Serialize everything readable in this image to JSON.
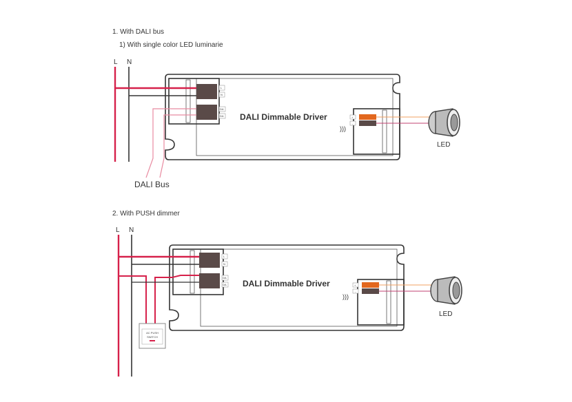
{
  "section1": {
    "heading": "1. With DALI bus",
    "subheading": "1) With single color LED luminarie",
    "line_label": "L",
    "neutral_label": "N",
    "driver_label": "DALI Dimmable Driver",
    "input_terminals": [
      "L",
      "N"
    ],
    "dali_terminals": [
      "DA",
      "DA"
    ],
    "output_terminals": [
      "+",
      "-"
    ],
    "led_label": "LED",
    "bus_label": "DALI Bus"
  },
  "section2": {
    "heading": "2. With PUSH dimmer",
    "line_label": "L",
    "neutral_label": "N",
    "driver_label": "DALI Dimmable Driver",
    "input_terminals": [
      "L",
      "N"
    ],
    "dali_terminals": [
      "DA",
      "DA"
    ],
    "output_terminals": [
      "+",
      "-"
    ],
    "led_label": "LED",
    "switch_label_1": "AC PUSH",
    "switch_label_2": "SWITCH"
  },
  "colors": {
    "live_wire": "#d6204a",
    "neutral_wire": "#333333",
    "dali_wire": "#e88aa0",
    "terminal_dark": "#5a4a48",
    "terminal_orange": "#e2671e",
    "led_plus_wire": "#f0a060"
  }
}
